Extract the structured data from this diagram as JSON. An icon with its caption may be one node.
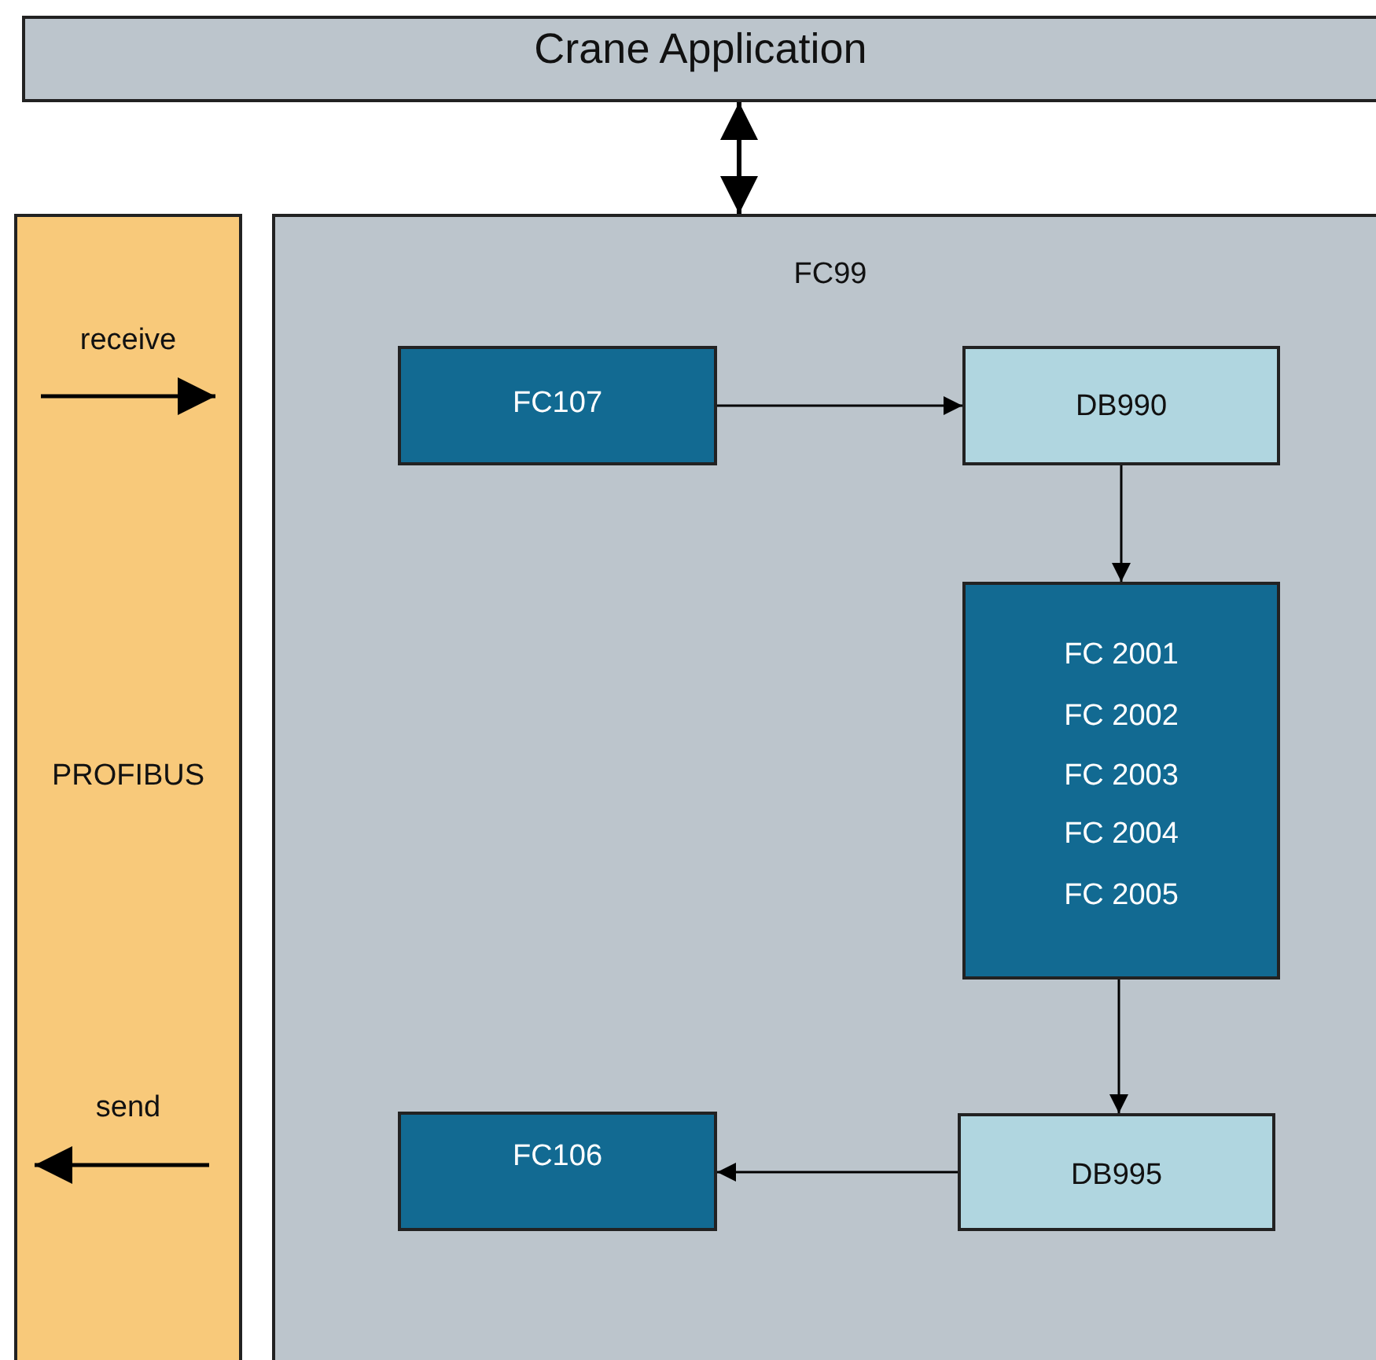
{
  "diagram": {
    "nodes": [
      {
        "text": [
          "Crane Application"
        ]
      },
      {
        "text": [
          "receive",
          "PROFIBUS",
          "send"
        ]
      },
      {
        "text": [
          "FC99"
        ]
      },
      {
        "text": [
          "FC107"
        ],
        "in": 2
      },
      {
        "text": [
          "DB990"
        ],
        "in": 2
      },
      {
        "text": [
          "FC 2001",
          "FC 2002",
          "FC 2003",
          "FC 2004",
          "FC 2005"
        ],
        "in": 2
      },
      {
        "text": [
          "DB995"
        ],
        "in": 2
      },
      {
        "text": [
          "FC106"
        ],
        "in": 2
      }
    ],
    "edges": [
      {
        "from": 0,
        "to": 2,
        "arrow": "both",
        "style": "thick"
      },
      {
        "from": 3,
        "to": 4,
        "arrow": "to"
      },
      {
        "from": 4,
        "to": 5,
        "arrow": "to"
      },
      {
        "from": 5,
        "to": 6,
        "arrow": "to"
      },
      {
        "from": 6,
        "to": 7,
        "arrow": "to"
      }
    ]
  }
}
